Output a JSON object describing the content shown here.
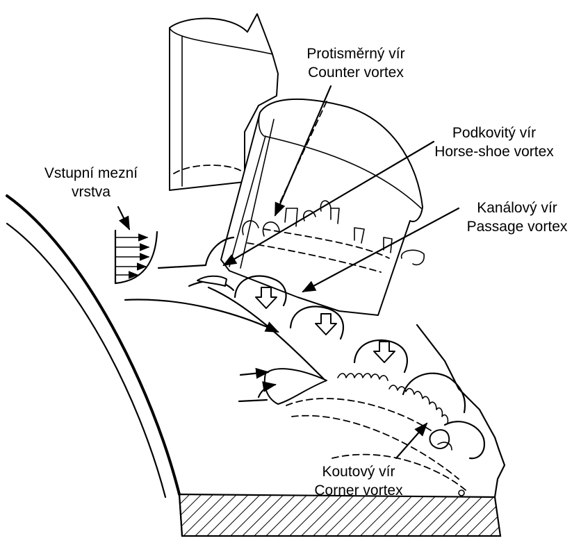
{
  "labels": {
    "counter_vortex": {
      "line1": "Protisměrný vír",
      "line2": "Counter vortex"
    },
    "horseshoe_vortex": {
      "line1": "Podkovitý vír",
      "line2": "Horse-shoe vortex"
    },
    "inlet_boundary_layer": {
      "line1": "Vstupní mezní",
      "line2": "vrstva"
    },
    "passage_vortex": {
      "line1": "Kanálový vír",
      "line2": "Passage vortex"
    },
    "corner_vortex": {
      "line1": "Koutový vír",
      "line2": "Corner vortex"
    }
  }
}
